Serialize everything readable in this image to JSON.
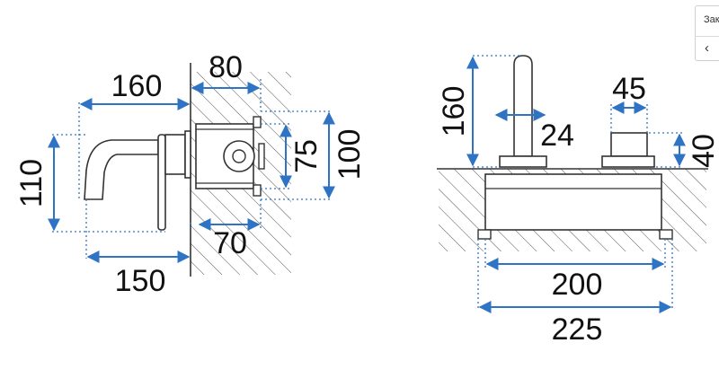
{
  "colors": {
    "dimension": "#2f73c4",
    "outline": "#333333",
    "hatch": "#444444",
    "text": "#111111"
  },
  "side_view": {
    "dims": {
      "spout_length": "160",
      "wall_depth": "80",
      "height": "110",
      "body_height": "75",
      "flange_height": "100",
      "inner_depth": "70",
      "lever_length": "150"
    }
  },
  "front_view": {
    "dims": {
      "spout_height": "160",
      "spout_width": "24",
      "handle_width": "45",
      "handle_height": "40",
      "box_inner_width": "200",
      "box_outer_width": "225"
    }
  },
  "panel": {
    "close_label": "Закрыть",
    "prev_icon": "‹"
  }
}
